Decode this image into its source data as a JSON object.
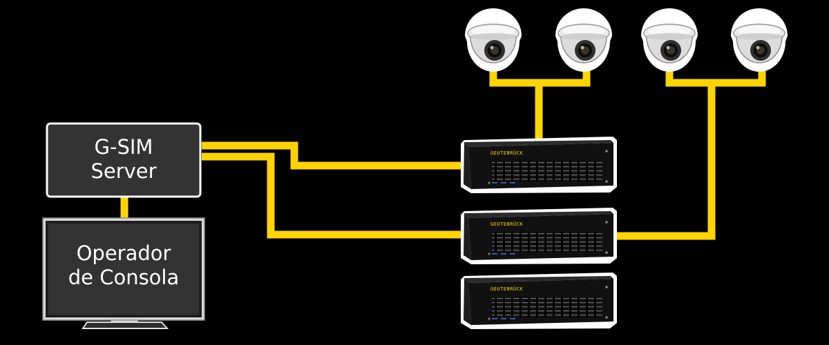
{
  "colors": {
    "background": "#000000",
    "cable": "#ffd400",
    "node_fill": "#333333",
    "node_border": "#ffffff",
    "text": "#ffffff"
  },
  "server": {
    "line1": "G-SIM",
    "line2": "Server"
  },
  "console": {
    "line1": "Operador",
    "line2": "de Consola"
  },
  "cameras": [
    {
      "icon": "dome-camera-icon"
    },
    {
      "icon": "dome-camera-icon"
    },
    {
      "icon": "dome-camera-icon"
    },
    {
      "icon": "dome-camera-icon"
    }
  ],
  "nvr_units": [
    {
      "icon": "nvr-recorder-icon",
      "brand": "GEUTEBRÜCK"
    },
    {
      "icon": "nvr-recorder-icon",
      "brand": "GEUTEBRÜCK"
    },
    {
      "icon": "nvr-recorder-icon",
      "brand": "GEUTEBRÜCK"
    }
  ]
}
